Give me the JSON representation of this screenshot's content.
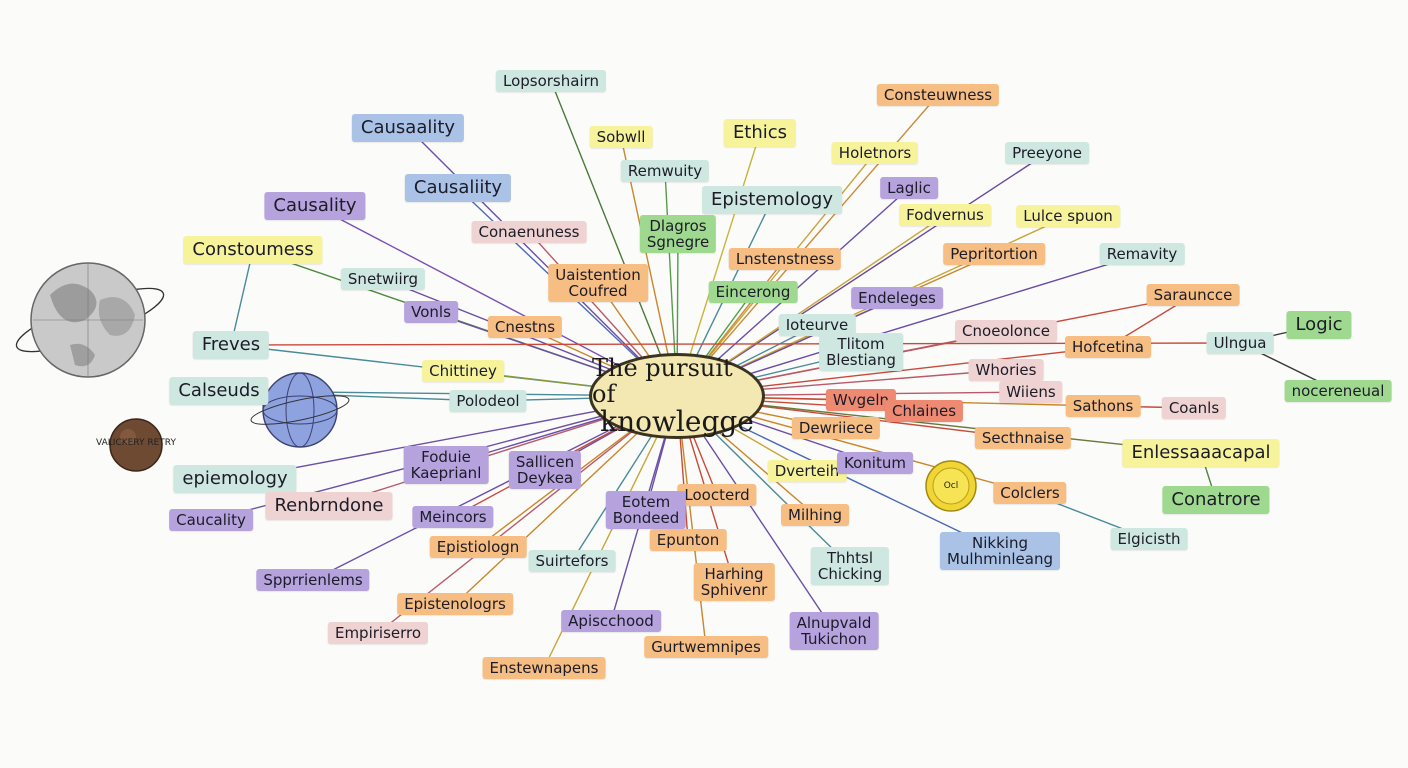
{
  "center": {
    "line1": "The pursuit of",
    "line2": "knowlegge"
  },
  "colors": {
    "teal": "#cfe7e1",
    "purple": "#b6a2dd",
    "blue": "#a9c2e6",
    "yellow": "#f7f39a",
    "orange": "#f6be82",
    "green": "#9fd98f",
    "pink": "#efd2d2",
    "red": "#ef8a72",
    "outline": "#3a3320",
    "hub_fill": "#f3e8b2"
  },
  "nodes": [
    {
      "id": "lopsorshairn",
      "lines": [
        "Lopsorshairn"
      ],
      "color": "teal"
    },
    {
      "id": "causality-1",
      "lines": [
        "Causaality"
      ],
      "color": "blue",
      "big": true
    },
    {
      "id": "sobwll",
      "lines": [
        "Sobwll"
      ],
      "color": "yellow"
    },
    {
      "id": "ethics",
      "lines": [
        "Ethics"
      ],
      "color": "yellow",
      "big": true
    },
    {
      "id": "consteuwness",
      "lines": [
        "Consteuwness"
      ],
      "color": "orange"
    },
    {
      "id": "remwity-1",
      "lines": [
        "Remwuity"
      ],
      "color": "teal"
    },
    {
      "id": "holetnors",
      "lines": [
        "Holetnors"
      ],
      "color": "yellow"
    },
    {
      "id": "preeyone",
      "lines": [
        "Preeyone"
      ],
      "color": "teal"
    },
    {
      "id": "causality-2",
      "lines": [
        "Causaliity"
      ],
      "color": "blue",
      "big": true
    },
    {
      "id": "epistemology",
      "lines": [
        "Epistemology"
      ],
      "color": "teal",
      "big": true
    },
    {
      "id": "logic-1",
      "lines": [
        "Laglic"
      ],
      "color": "purple"
    },
    {
      "id": "causality-3",
      "lines": [
        "Causality"
      ],
      "color": "purple",
      "big": true
    },
    {
      "id": "diagros",
      "lines": [
        "Dlagros",
        "Sgnegre"
      ],
      "color": "green"
    },
    {
      "id": "fodvernus",
      "lines": [
        "Fodvernus"
      ],
      "color": "yellow"
    },
    {
      "id": "lulce-spuon",
      "lines": [
        "Lulce spuon"
      ],
      "color": "yellow"
    },
    {
      "id": "conaenuness",
      "lines": [
        "Conaenuness"
      ],
      "color": "pink"
    },
    {
      "id": "constoumess",
      "lines": [
        "Constoumess"
      ],
      "color": "yellow",
      "big": true
    },
    {
      "id": "unstenstness",
      "lines": [
        "Lnstenstness"
      ],
      "color": "orange"
    },
    {
      "id": "pepritortion",
      "lines": [
        "Pepritortion"
      ],
      "color": "orange"
    },
    {
      "id": "remavity",
      "lines": [
        "Remavity"
      ],
      "color": "teal"
    },
    {
      "id": "snetwiiirg",
      "lines": [
        "Snetwiirg"
      ],
      "color": "teal"
    },
    {
      "id": "uaistention",
      "lines": [
        "Uaistention",
        "Coufred"
      ],
      "color": "orange"
    },
    {
      "id": "eincerong",
      "lines": [
        "Eincerong"
      ],
      "color": "green"
    },
    {
      "id": "sarauncce",
      "lines": [
        "Sarauncce"
      ],
      "color": "orange"
    },
    {
      "id": "endeleges",
      "lines": [
        "Endeleges"
      ],
      "color": "purple"
    },
    {
      "id": "vonls",
      "lines": [
        "Vonls"
      ],
      "color": "purple"
    },
    {
      "id": "cnestns",
      "lines": [
        "Cnestns"
      ],
      "color": "orange"
    },
    {
      "id": "ioteurve",
      "lines": [
        "Ioteurve"
      ],
      "color": "teal"
    },
    {
      "id": "cnoeolonce",
      "lines": [
        "Cnoeolonce"
      ],
      "color": "pink"
    },
    {
      "id": "logic-2",
      "lines": [
        "Logic"
      ],
      "color": "green",
      "big": true
    },
    {
      "id": "freves",
      "lines": [
        "Freves"
      ],
      "color": "teal",
      "big": true
    },
    {
      "id": "tlitom",
      "lines": [
        "Tlitom",
        "Blestiang"
      ],
      "color": "teal"
    },
    {
      "id": "hofcetina",
      "lines": [
        "Hofcetina"
      ],
      "color": "orange"
    },
    {
      "id": "ulngua",
      "lines": [
        "Ulngua"
      ],
      "color": "teal"
    },
    {
      "id": "chittiney",
      "lines": [
        "Chittiney"
      ],
      "color": "yellow"
    },
    {
      "id": "whories",
      "lines": [
        "Whories"
      ],
      "color": "pink"
    },
    {
      "id": "nocereneual",
      "lines": [
        "nocereneual"
      ],
      "color": "green"
    },
    {
      "id": "calseuds",
      "lines": [
        "Calseuds"
      ],
      "color": "teal",
      "big": true
    },
    {
      "id": "polodeol",
      "lines": [
        "Polodeol"
      ],
      "color": "teal"
    },
    {
      "id": "wiiens",
      "lines": [
        "Wiiens"
      ],
      "color": "pink"
    },
    {
      "id": "sathons",
      "lines": [
        "Sathons"
      ],
      "color": "orange"
    },
    {
      "id": "coanls",
      "lines": [
        "Coanls"
      ],
      "color": "pink"
    },
    {
      "id": "wvgeln",
      "lines": [
        "Wvgeln"
      ],
      "color": "red"
    },
    {
      "id": "chlaines",
      "lines": [
        "Chlaines"
      ],
      "color": "red"
    },
    {
      "id": "dewriiece",
      "lines": [
        "Dewriiece"
      ],
      "color": "orange"
    },
    {
      "id": "secthnaise",
      "lines": [
        "Secthnaise"
      ],
      "color": "orange"
    },
    {
      "id": "foduie",
      "lines": [
        "Foduie",
        "Kaeprianl"
      ],
      "color": "purple"
    },
    {
      "id": "sallicen",
      "lines": [
        "Sallicen",
        "Deykea"
      ],
      "color": "purple"
    },
    {
      "id": "epiemology",
      "lines": [
        "epiemology"
      ],
      "color": "teal",
      "big": true
    },
    {
      "id": "enlessacapal",
      "lines": [
        "Enlessaaacapal"
      ],
      "color": "yellow",
      "big": true
    },
    {
      "id": "dverteih",
      "lines": [
        "Dverteih"
      ],
      "color": "yellow"
    },
    {
      "id": "konitum",
      "lines": [
        "Konitum"
      ],
      "color": "purple"
    },
    {
      "id": "colclers",
      "lines": [
        "Colclers"
      ],
      "color": "orange"
    },
    {
      "id": "renbrndone",
      "lines": [
        "Renbrndone"
      ],
      "color": "pink",
      "big": true
    },
    {
      "id": "loctcerd",
      "lines": [
        "Loocterd"
      ],
      "color": "orange"
    },
    {
      "id": "conatrore",
      "lines": [
        "Conatrore"
      ],
      "color": "green",
      "big": true
    },
    {
      "id": "caucality",
      "lines": [
        "Caucality"
      ],
      "color": "purple"
    },
    {
      "id": "meincors",
      "lines": [
        "Meincors"
      ],
      "color": "purple"
    },
    {
      "id": "eotem",
      "lines": [
        "Eotem",
        "Bondeed"
      ],
      "color": "purple"
    },
    {
      "id": "milhing",
      "lines": [
        "Milhing"
      ],
      "color": "orange"
    },
    {
      "id": "epistiologn",
      "lines": [
        "Epistiologn"
      ],
      "color": "orange"
    },
    {
      "id": "epunton",
      "lines": [
        "Epunton"
      ],
      "color": "orange"
    },
    {
      "id": "nikking",
      "lines": [
        "Nikking",
        "Mulhminleang"
      ],
      "color": "blue"
    },
    {
      "id": "elgicisth",
      "lines": [
        "Elgicisth"
      ],
      "color": "teal"
    },
    {
      "id": "thhtsl",
      "lines": [
        "Thhtsl",
        "Chicking"
      ],
      "color": "teal"
    },
    {
      "id": "suirtefors",
      "lines": [
        "Suirtefors"
      ],
      "color": "teal"
    },
    {
      "id": "spprrienlems",
      "lines": [
        "Spprrienlems"
      ],
      "color": "purple"
    },
    {
      "id": "harhing",
      "lines": [
        "Harhing",
        "Sphivenr"
      ],
      "color": "orange"
    },
    {
      "id": "epistenologrs",
      "lines": [
        "Epistenologrs"
      ],
      "color": "orange"
    },
    {
      "id": "empiriserro",
      "lines": [
        "Empiriserro"
      ],
      "color": "pink"
    },
    {
      "id": "apiscchood",
      "lines": [
        "Apiscchood"
      ],
      "color": "purple"
    },
    {
      "id": "alnupvald",
      "lines": [
        "Alnupvald",
        "Tukichon"
      ],
      "color": "purple"
    },
    {
      "id": "gurtwemnipes",
      "lines": [
        "Gurtwemnipes"
      ],
      "color": "orange"
    },
    {
      "id": "enstewnapens",
      "lines": [
        "Enstewnapens"
      ],
      "color": "orange"
    }
  ],
  "planets": {
    "dark_planet_label": "VALICKERY RETRY",
    "coin_label": "Ocl"
  }
}
